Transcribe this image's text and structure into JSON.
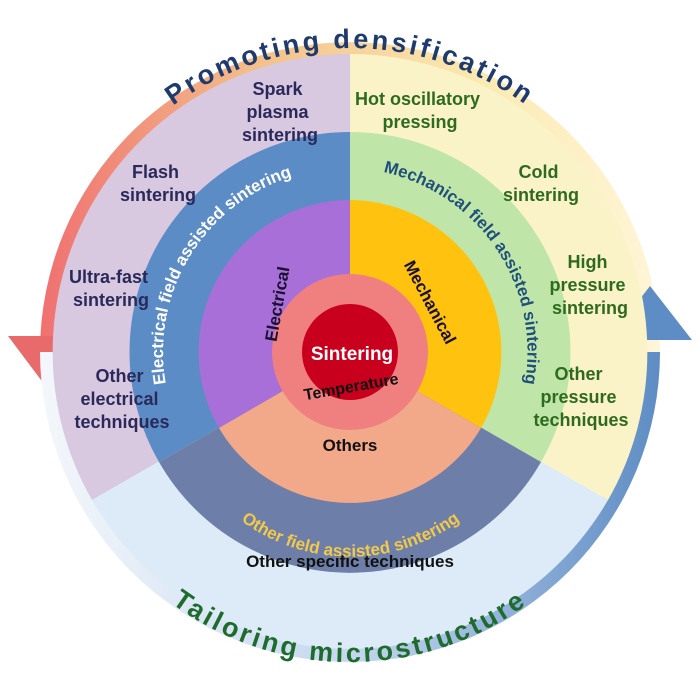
{
  "outer_ring": {
    "top_text": "Promoting densification",
    "bottom_text": "Tailoring microstructure",
    "top_color": "#1f3b6e",
    "bottom_color": "#1f6b2e"
  },
  "sectors": {
    "electrical": {
      "color": "#d8c8e0",
      "techniques": [
        [
          "Spark",
          "plasma",
          "sintering"
        ],
        [
          "Flash",
          "sintering"
        ],
        [
          "Ultra-fast",
          "sintering"
        ],
        [
          "Other",
          "electrical",
          "techniques"
        ]
      ],
      "text_color": "#2a2a5a"
    },
    "mechanical": {
      "color": "#fbf3c8",
      "techniques": [
        [
          "Hot oscillatory",
          "pressing"
        ],
        [
          "Cold",
          "sintering"
        ],
        [
          "High",
          "pressure",
          "sintering"
        ],
        [
          "Other",
          "pressure",
          "techniques"
        ]
      ],
      "text_color": "#2e6b1f"
    },
    "other": {
      "color": "#dcebf7",
      "techniques": [
        [
          "Other specific techniques"
        ]
      ],
      "text_color": "#111111"
    }
  },
  "field_ring": {
    "electrical_label": "Electrical field assisted sintering",
    "mechanical_label": "Mechanical field assisted sintering",
    "other_label": "Other field assisted sintering",
    "electrical_color": "#5b8cc6",
    "mechanical_color": "#bfe6a8",
    "other_color": "#6d7fa8",
    "electrical_text_color": "#ffffff",
    "mechanical_text_color": "#1f4f7a",
    "other_text_color": "#f3c94a"
  },
  "inner_ring": {
    "electrical": "Electrical",
    "mechanical": "Mechanical",
    "others": "Others",
    "electrical_color": "#a86fd8",
    "mechanical_color": "#ffc20e",
    "others_color": "#f2a98a"
  },
  "core": {
    "label": "Sintering",
    "ring_label": "Temperature",
    "core_color": "#c8001e",
    "ring_color": "#f08080"
  }
}
